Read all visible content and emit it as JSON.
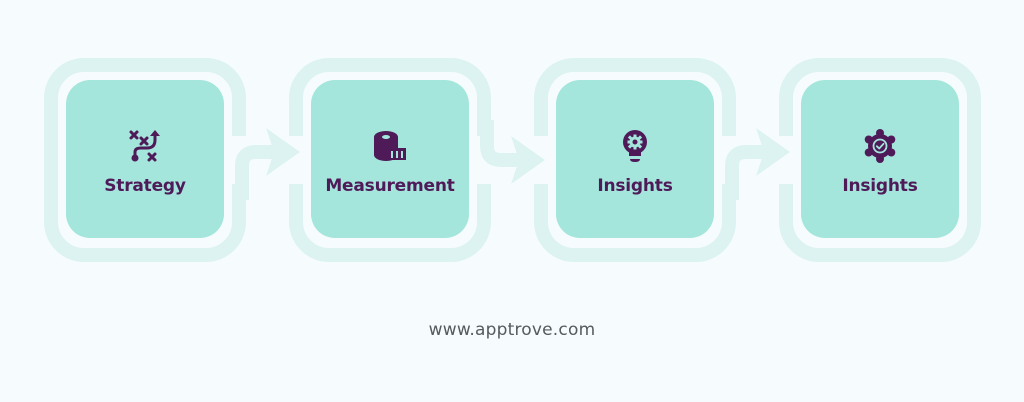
{
  "colors": {
    "background": "#f6fcfd",
    "ring": "#dcf3f2",
    "card": "#a4e6dc",
    "icon_and_label": "#4e1a58",
    "footer_text": "#555a5c"
  },
  "steps": [
    {
      "label": "Strategy",
      "icon": "strategy-path-icon"
    },
    {
      "label": "Measurement",
      "icon": "measuring-tape-icon"
    },
    {
      "label": "Insights",
      "icon": "lightbulb-gear-icon"
    },
    {
      "label": "Insights",
      "icon": "gear-check-icon"
    }
  ],
  "connectors": [
    {
      "from": "Strategy",
      "to": "Measurement",
      "style": "curve-up-arrow"
    },
    {
      "from": "Measurement",
      "to": "Insights",
      "style": "curve-down-arrow"
    },
    {
      "from": "Insights",
      "to": "Insights",
      "style": "curve-up-arrow"
    }
  ],
  "footer": {
    "url": "www.apptrove.com"
  }
}
